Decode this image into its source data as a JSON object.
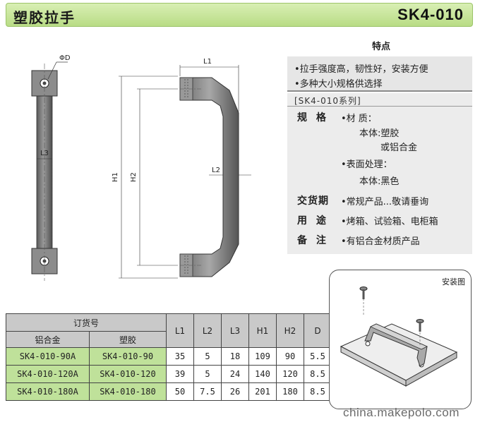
{
  "header": {
    "title": "塑胶拉手",
    "code": "SK4-010"
  },
  "drawing": {
    "labels": {
      "phi_d": "ΦD",
      "l1": "L1",
      "l2": "L2",
      "l3": "L3",
      "h1": "H1",
      "h2": "H2"
    }
  },
  "features": {
    "title": "特点",
    "items": [
      "•拉手强度高，韧性好，安装方便",
      "•多种大小规格供选择"
    ]
  },
  "spec": {
    "series": "[SK4-010系列]",
    "spec_label": "规  格",
    "material_label": "•材    质：",
    "body_plastic": "本体:塑胶",
    "or_aluminum": "或铝合金",
    "surface_label": "•表面处理：",
    "body_black": "本体:黑色",
    "delivery_label": "交货期",
    "delivery_value": "•常规产品...敬请垂询",
    "usage_label": "用  途",
    "usage_value": "•烤箱、试验箱、电柜箱",
    "note_label": "备  注",
    "note_value": "•有铝合金材质产品"
  },
  "order_table": {
    "group_header": "订货号",
    "sub_headers": [
      "铝合金",
      "塑胶"
    ],
    "dim_headers": [
      "L1",
      "L2",
      "L3",
      "H1",
      "H2",
      "D"
    ],
    "rows": [
      {
        "alu": "SK4-010-90A",
        "plastic": "SK4-010-90",
        "L1": "35",
        "L2": "5",
        "L3": "18",
        "H1": "109",
        "H2": "90",
        "D": "5.5"
      },
      {
        "alu": "SK4-010-120A",
        "plastic": "SK4-010-120",
        "L1": "39",
        "L2": "5",
        "L3": "24",
        "H1": "140",
        "H2": "120",
        "D": "8.5"
      },
      {
        "alu": "SK4-010-180A",
        "plastic": "SK4-010-180",
        "L1": "50",
        "L2": "7.5",
        "L3": "26",
        "H1": "201",
        "H2": "180",
        "D": "8.5"
      }
    ]
  },
  "install": {
    "caption": "安装图"
  },
  "watermark": "china.makepolo.com",
  "colors": {
    "header_green": "#b9dc85",
    "row_green": "#bfe19a",
    "header_gray": "#c9c9c9",
    "handle_gray": "#6e6e6e"
  }
}
